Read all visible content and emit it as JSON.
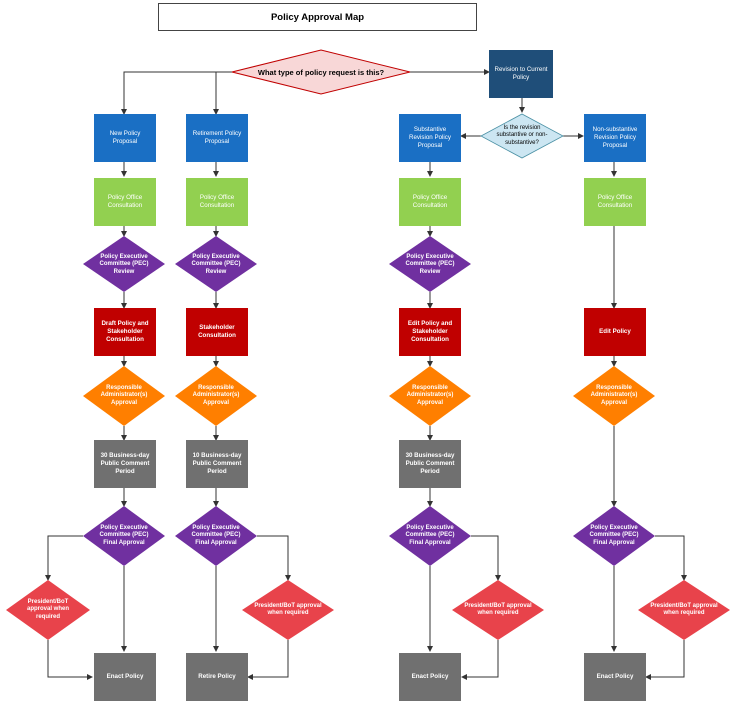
{
  "title": "Policy Approval Map",
  "question": "What type of policy request is this?",
  "revision_current": "Revision to Current Policy",
  "revision_question": "Is the revision substantive or non-substantive?",
  "columns": [
    {
      "proposal": "New Policy Proposal",
      "consult": "Policy Office Consultation",
      "pec_review": "Policy Executive Committee (PEC) Review",
      "step": "Draft Policy and Stakeholder Consultation",
      "admin": "Responsible Administrator(s) Approval",
      "comment": "30 Business-day Public Comment Period",
      "final": "Policy Executive Committee (PEC) Final Approval",
      "president": "President/BoT approval when required",
      "end": "Enact Policy"
    },
    {
      "proposal": "Retirement Policy Proposal",
      "consult": "Policy Office Consultation",
      "pec_review": "Policy Executive Committee (PEC) Review",
      "step": "Stakeholder Consultation",
      "admin": "Responsible Administrator(s) Approval",
      "comment": "10 Business-day Public Comment Period",
      "final": "Policy Executive Committee (PEC) Final Approval",
      "president": "President/BoT approval when required",
      "end": "Retire Policy"
    },
    {
      "proposal": "Substantive Revision Policy Proposal",
      "consult": "Policy Office Consultation",
      "pec_review": "Policy Executive Committee (PEC) Review",
      "step": "Edit Policy and Stakeholder Consultation",
      "admin": "Responsible Administrator(s) Approval",
      "comment": "30 Business-day Public Comment Period",
      "final": "Policy Executive Committee (PEC) Final Approval",
      "president": "President/BoT approval when required",
      "end": "Enact Policy"
    },
    {
      "proposal": "Non-substantive Revision Policy Proposal",
      "consult": "Policy Office Consultation",
      "step": "Edit Policy",
      "admin": "Responsible Administrator(s) Approval",
      "final": "Policy Executive Committee (PEC) Final Approval",
      "president": "President/BoT approval when required",
      "end": "Enact Policy"
    }
  ],
  "colors": {
    "question_fill": "#f8d7d7",
    "question_stroke": "#c00000",
    "revision_q_fill": "#cce6f2",
    "blue": "#1a6fc4",
    "navy": "#1f4e79",
    "green": "#92d050",
    "purple": "#7030a0",
    "orange": "#ff7f00",
    "darkred": "#c00000",
    "salmon": "#e8434b",
    "gray": "#707070"
  }
}
